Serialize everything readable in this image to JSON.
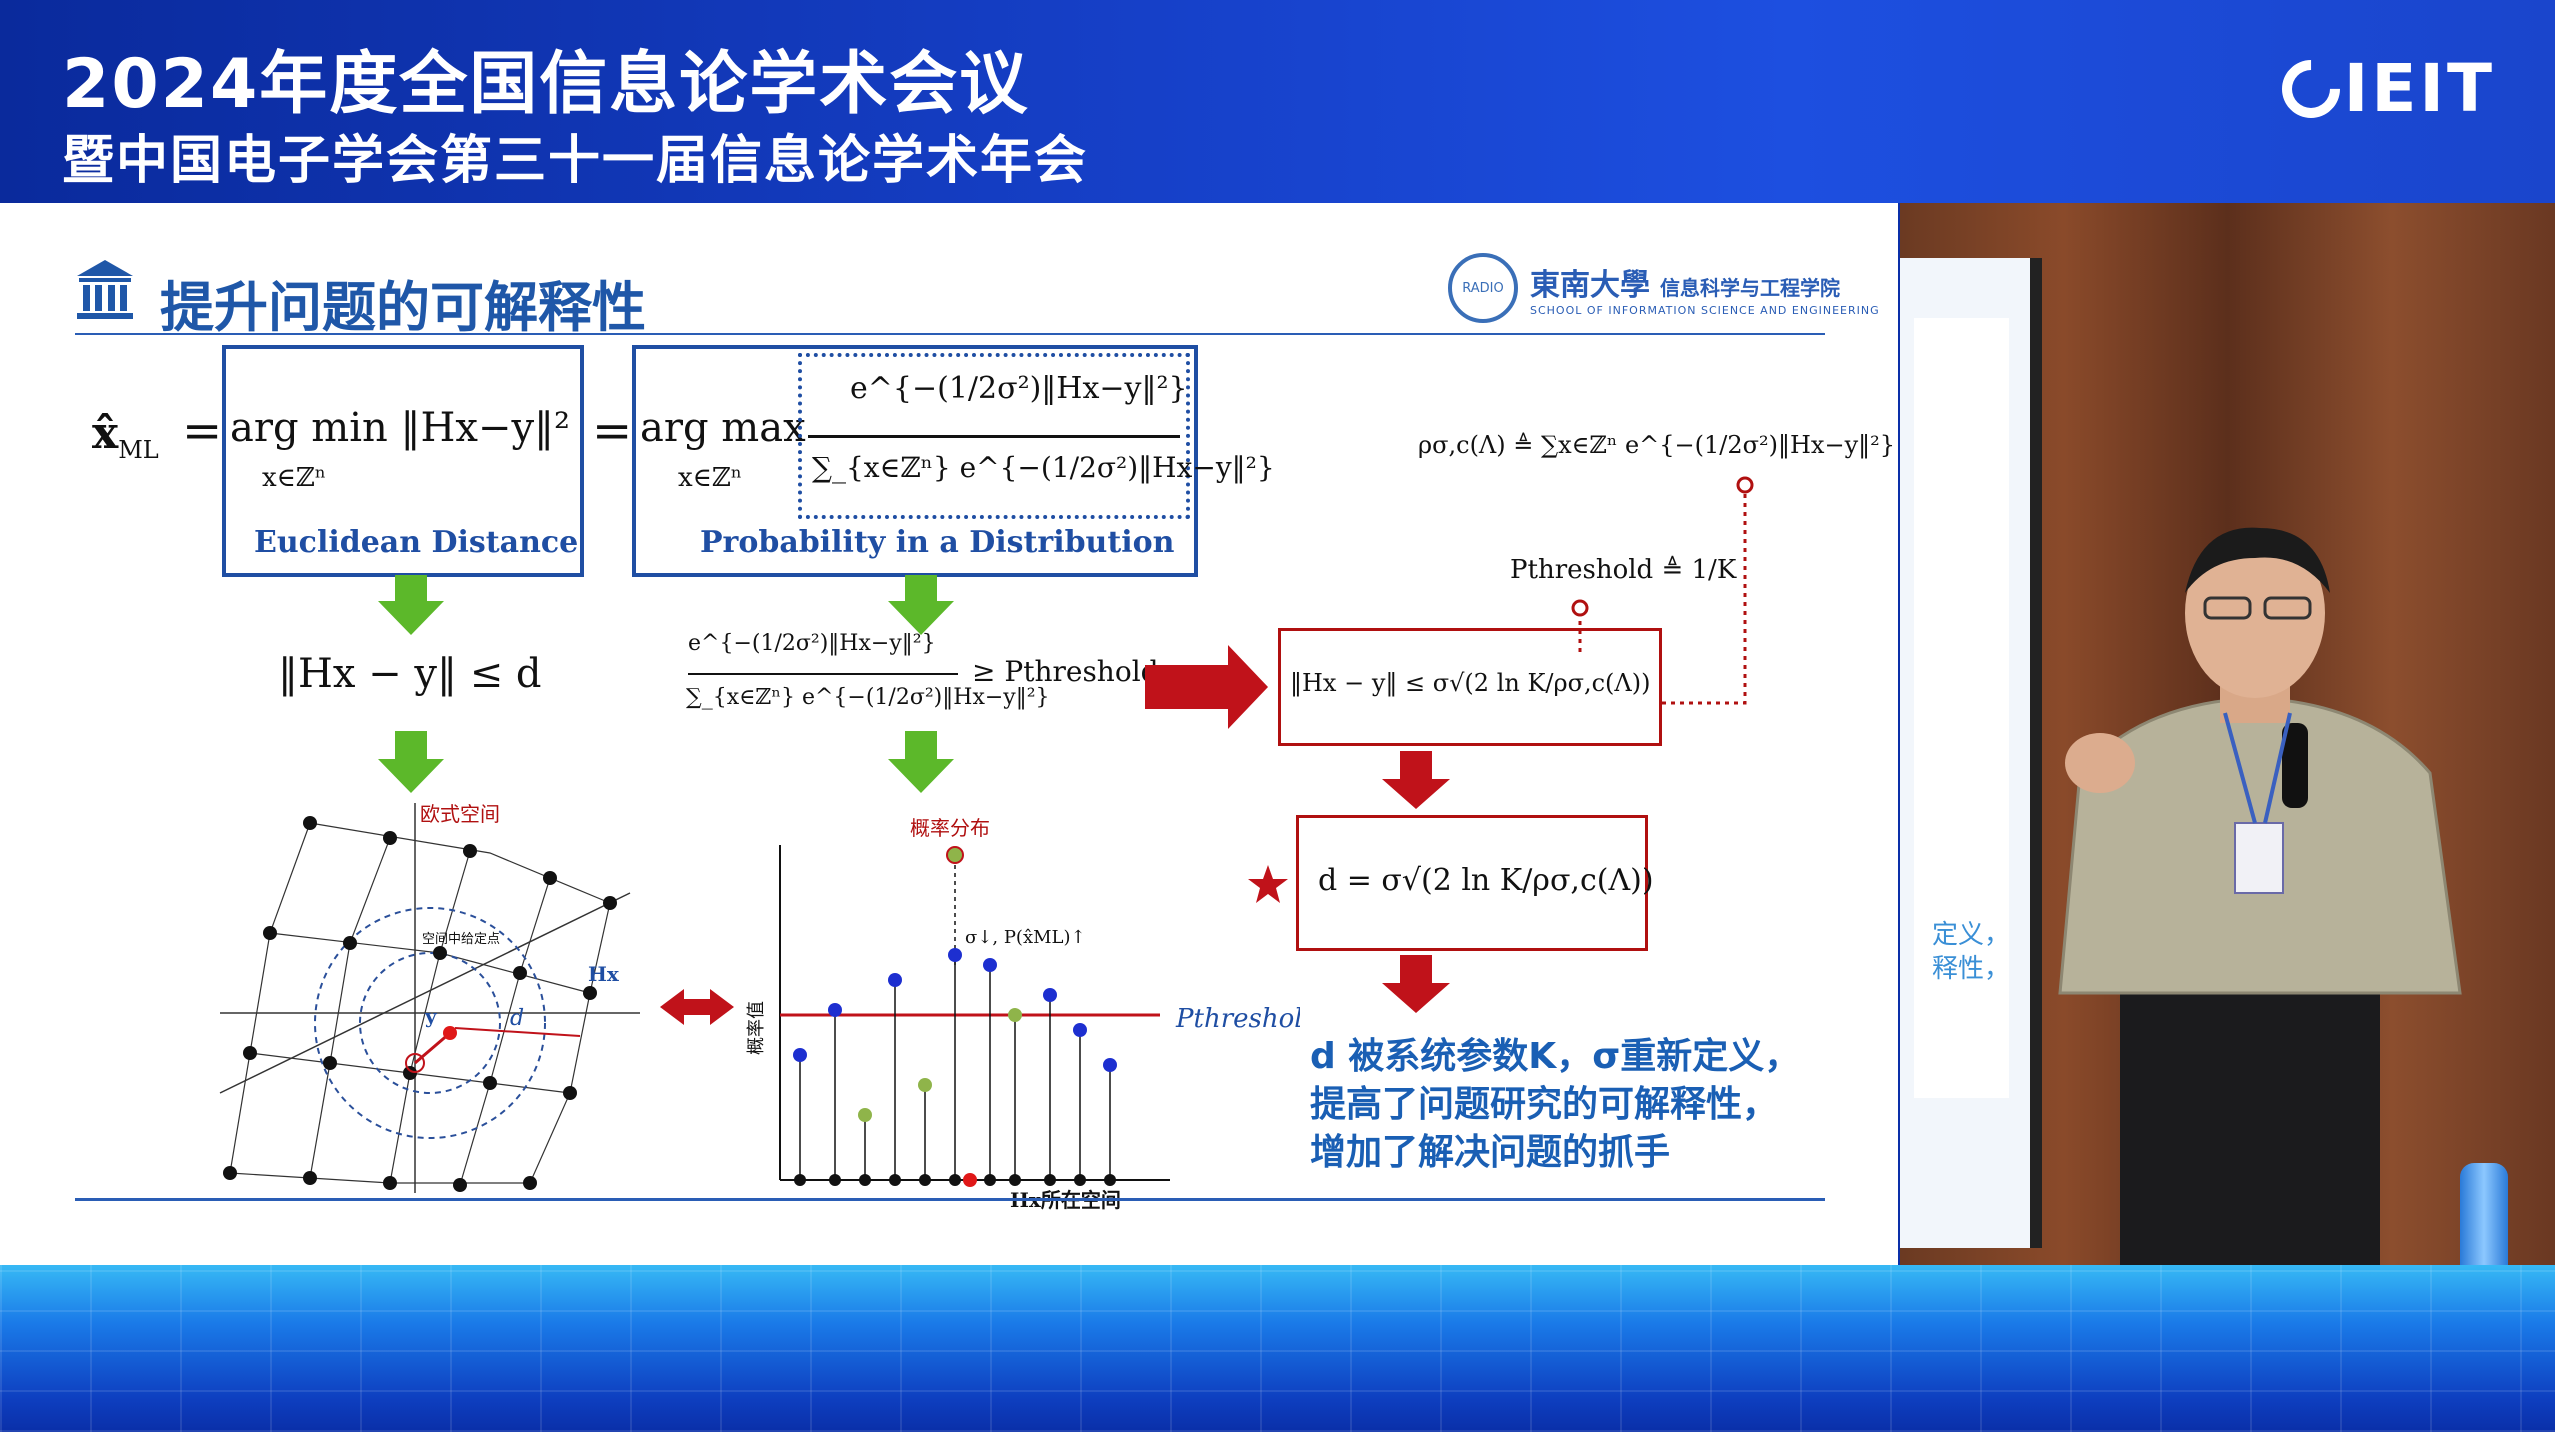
{
  "banner": {
    "title_line1": "2024年度全国信息论学术会议",
    "title_line2": "暨中国电子学会第三十一届信息论学术年会",
    "logo_text": "IEIT"
  },
  "slide": {
    "title": "提升问题的可解释性",
    "university_cn": "東南大學",
    "school_cn": "信息科学与工程学院",
    "school_en": "SCHOOL OF INFORMATION SCIENCE AND ENGINEERING",
    "seal_text": "RADIO",
    "eq_main": {
      "lhs": "x̂",
      "lhs_sub": "ML",
      "eq1": "=",
      "argmin": "arg min ‖Hx−y‖²",
      "argmin_sub": "x∈ℤⁿ",
      "eq2": "=",
      "argmax": "arg max",
      "argmax_sub": "x∈ℤⁿ",
      "frac_num": "e^{−(1/2σ²)‖Hx−y‖²}",
      "frac_den": "∑_{x∈ℤⁿ} e^{−(1/2σ²)‖Hx−y‖²}"
    },
    "caption_left": "Euclidean Distance",
    "caption_right": "Probability in a Distribution",
    "rho_def": "ρσ,c(Λ) ≜ ∑x∈ℤⁿ e^{−(1/2σ²)‖Hx−y‖²}",
    "p_threshold_def": "Pthreshold ≜ 1/K",
    "ineq_left": "‖Hx − y‖ ≤ d",
    "ineq_mid": "≥ Pthreshold",
    "ineq_right": "‖Hx − y‖ ≤ σ√(2 ln K/ρσ,c(Λ))",
    "d_formula": "d = σ√(2 ln K/ρσ,c(Λ))",
    "lattice_title": "欧式空间",
    "lattice_label_point": "空间中给定点",
    "lattice_y": "y",
    "lattice_d": "d",
    "lattice_hx": "Hx",
    "dist_title": "概率分布",
    "dist_annot": "σ↓, P(x̂ML)↑",
    "dist_yaxis": "概率值",
    "dist_xaxis": "Hx所在空间",
    "dist_threshold": "Pthreshold",
    "conclusion_line1": "d 被系统参数K，σ重新定义，",
    "conclusion_line2": "提高了问题研究的可解释性，",
    "conclusion_line3": "增加了解决问题的抓手"
  },
  "screen": {
    "text_line1": "定义，",
    "text_line2": "释性，"
  },
  "colors": {
    "banner_blue": "#1640c8",
    "title_blue": "#1f57a8",
    "box_blue": "#1f4ea3",
    "arrow_green": "#5cb82a",
    "arrow_red": "#c0121a",
    "marker_red": "#c0121a",
    "dot_blue": "#1d2fd0",
    "dot_green": "#8fb44a"
  }
}
